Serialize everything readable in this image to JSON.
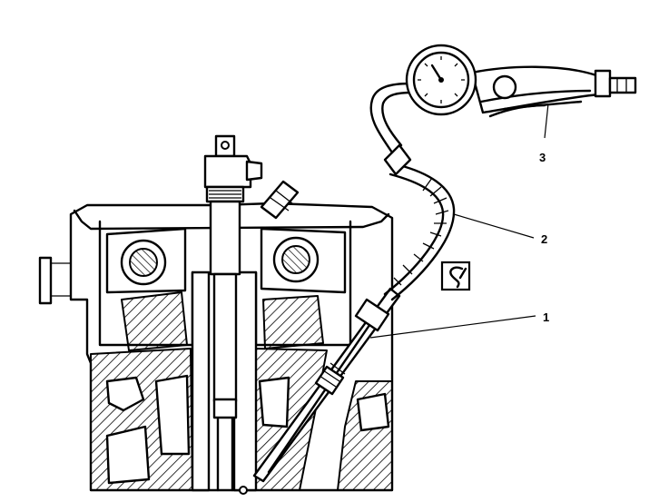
{
  "diagram": {
    "callouts": [
      {
        "id": "1",
        "label": "1"
      },
      {
        "id": "2",
        "label": "2"
      },
      {
        "id": "3",
        "label": "3"
      }
    ],
    "colors": {
      "line": "#000000",
      "background": "#ffffff"
    },
    "icons": [
      "special-tool-symbol-icon",
      "pressure-gauge-icon"
    ]
  }
}
